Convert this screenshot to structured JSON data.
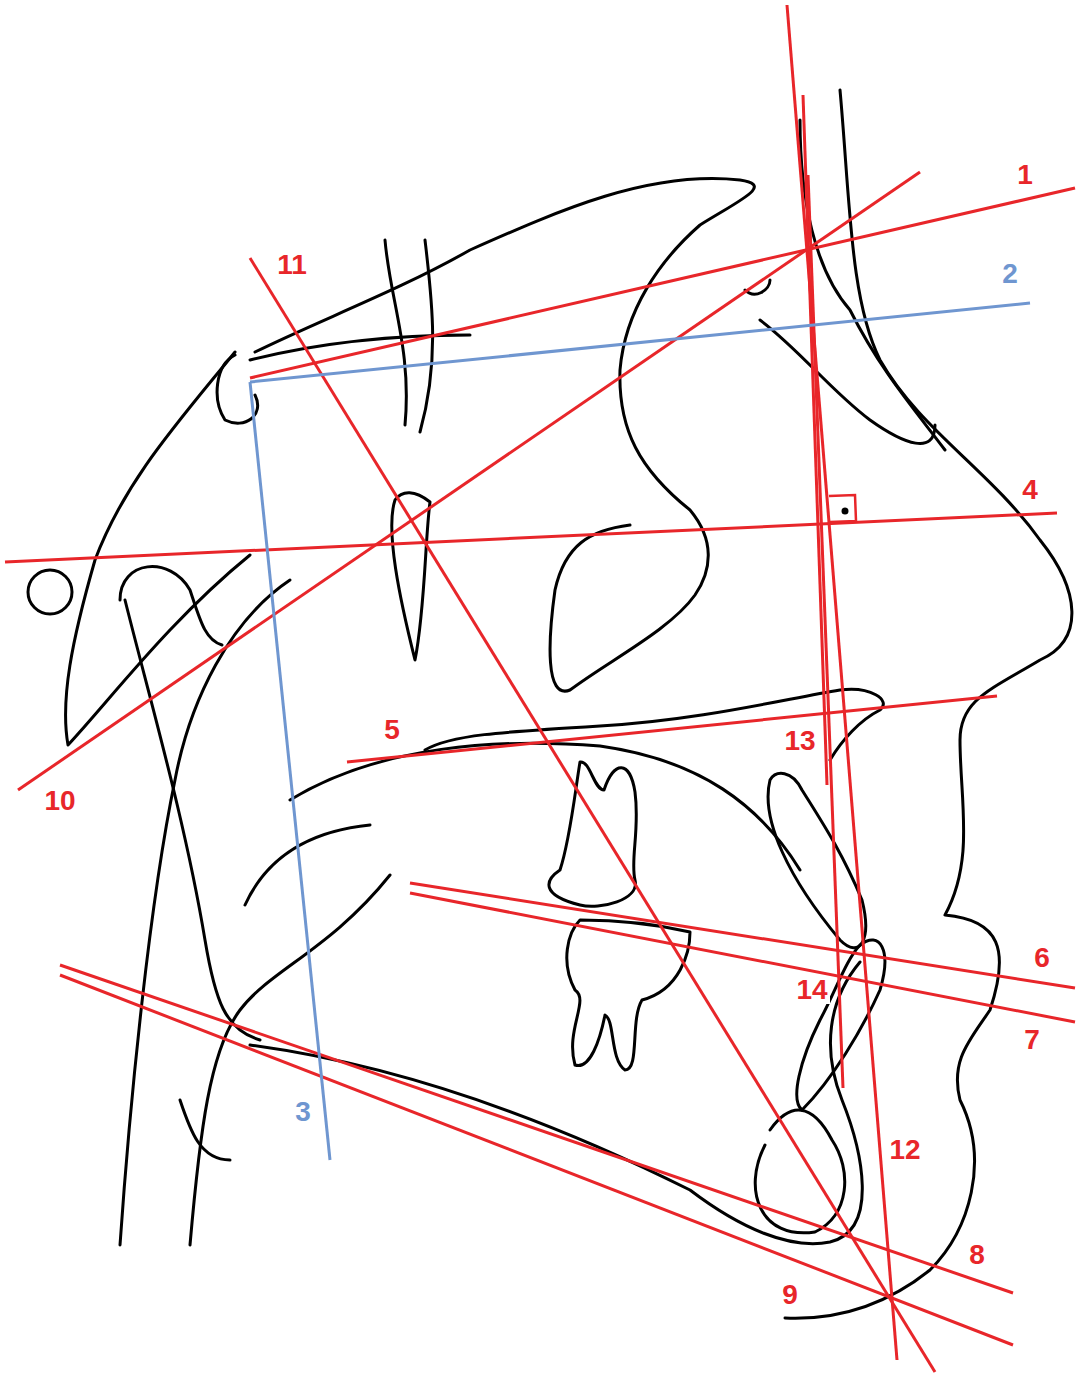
{
  "diagram": {
    "labels": [
      "1",
      "2",
      "11",
      "4",
      "13",
      "5",
      "10",
      "6",
      "14",
      "7",
      "3",
      "12",
      "8",
      "9"
    ]
  }
}
